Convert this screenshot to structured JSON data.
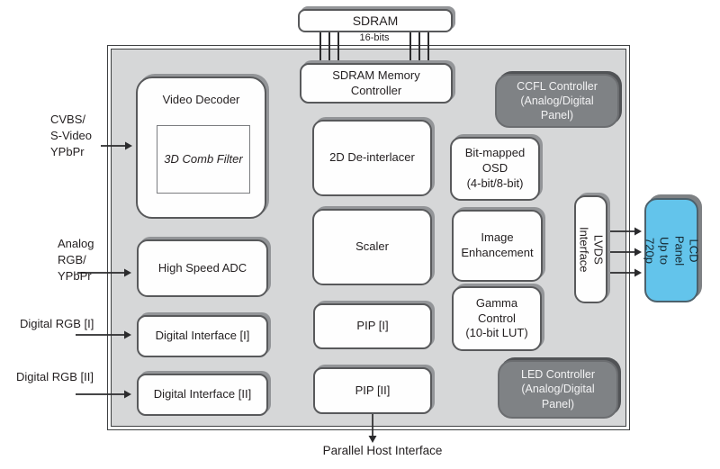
{
  "colors": {
    "container_fill": "#d6d7d8",
    "box_fill": "#fefefe",
    "box_border": "#58595b",
    "box_shadow": "#939598",
    "dark_block_fill": "#7f8285",
    "dark_block_text": "#f2f2f3",
    "lcd_panel_fill": "#63c4eb",
    "line_color": "#2b2b2d",
    "text_color": "#231f20"
  },
  "external": {
    "sdram_label": "SDRAM",
    "bus_width_label": "16-bits",
    "lcd_panel_label": "LCD Panel\nUp to 720p",
    "host_interface_label": "Parallel Host Interface"
  },
  "inputs": [
    {
      "id": "cvbs",
      "label": "CVBS/\nS-Video\nYPbPr"
    },
    {
      "id": "analog-rgb",
      "label": "Analog\nRGB/\nYPbPr"
    },
    {
      "id": "digital-rgb-1",
      "label": "Digital RGB [I]"
    },
    {
      "id": "digital-rgb-2",
      "label": "Digital RGB [II]"
    }
  ],
  "blocks": {
    "memory_controller": "SDRAM Memory\nController",
    "ccfl_controller": "CCFL Controller\n(Analog/Digital\nPanel)",
    "video_decoder": "Video Decoder",
    "comb_filter": "3D Comb Filter",
    "deinterlacer": "2D De-interlacer",
    "osd": "Bit-mapped\nOSD\n(4-bit/8-bit)",
    "adc": "High Speed ADC",
    "scaler": "Scaler",
    "image_enhancement": "Image\nEnhancement",
    "lvds": "LVDS Interface",
    "digital_if_1": "Digital Interface [I]",
    "pip_1": "PIP [I]",
    "gamma": "Gamma\nControl\n(10-bit LUT)",
    "digital_if_2": "Digital Interface [II]",
    "pip_2": "PIP [II]",
    "led_controller": "LED Controller\n(Analog/Digital\nPanel)"
  }
}
